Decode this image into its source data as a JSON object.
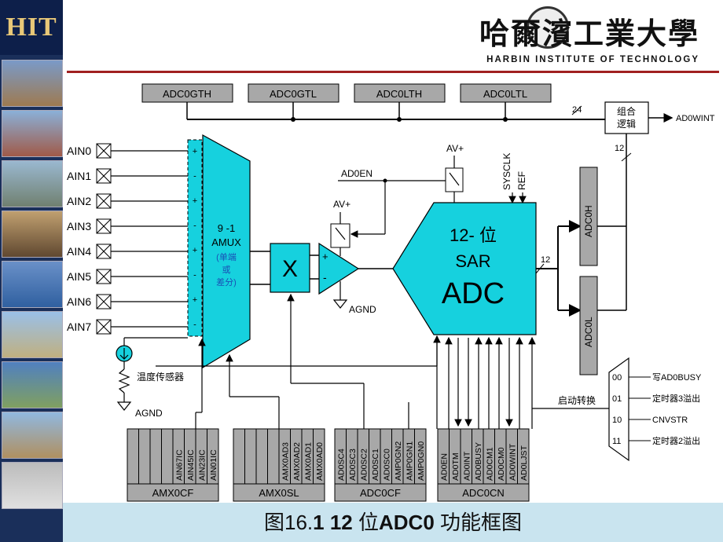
{
  "header": {
    "logo_text": "HIT",
    "university_cn": "哈爾濱工業大學",
    "university_en": "HARBIN INSTITUTE OF TECHNOLOGY"
  },
  "caption": {
    "prefix": "图16.",
    "bold": "1 12 ",
    "mid": "位",
    "bold2": "ADC0",
    "suffix": " 功能框图"
  },
  "diagram": {
    "threshold_regs": [
      "ADC0GTH",
      "ADC0GTL",
      "ADC0LTH",
      "ADC0LTL"
    ],
    "bus_24": "24",
    "bus_12": "12",
    "combo_logic": [
      "组合",
      "逻辑"
    ],
    "ad0wint": "AD0WINT",
    "inputs": [
      "AIN0",
      "AIN1",
      "AIN2",
      "AIN3",
      "AIN4",
      "AIN5",
      "AIN6",
      "AIN7"
    ],
    "mux_signs": [
      "+",
      "-",
      "+",
      "-",
      "+",
      "-",
      "+",
      "-"
    ],
    "mux_title": "9 -1",
    "mux_name": "AMUX",
    "mux_sub": [
      "(单端",
      "或",
      "差分)"
    ],
    "x_block": "X",
    "amp_plus": "+",
    "amp_minus": "-",
    "av_plus": "AV+",
    "ad0en": "AD0EN",
    "agnd": "AGND",
    "sysclk": "SYSCLK",
    "ref": "REF",
    "sar_line1": "12- 位",
    "sar_line2": "SAR",
    "sar_line3": "ADC",
    "adc0h": "ADC0H",
    "adc0l": "ADC0L",
    "temp_sensor": "温度传感器",
    "start_conv": "启动转换",
    "mux4_codes": [
      "00",
      "01",
      "10",
      "11"
    ],
    "mux4_sources": [
      "写AD0BUSY",
      "定时器3溢出",
      "CNVSTR",
      "定时器2溢出"
    ],
    "amx0cf_bits": [
      "",
      "",
      "",
      "",
      "AIN67IC",
      "AIN45IC",
      "AIN23IC",
      "AIN01IC"
    ],
    "amx0cf_name": "AMX0CF",
    "amx0sl_bits": [
      "",
      "",
      "",
      "",
      "AMX0AD3",
      "AMX0AD2",
      "AMX0AD1",
      "AMX0AD0"
    ],
    "amx0sl_name": "AMX0SL",
    "adc0cf_bits": [
      "AD0SC4",
      "AD0SC3",
      "AD0SC2",
      "AD0SC1",
      "AD0SC0",
      "AMP0GN2",
      "AMP0GN1",
      "AMP0GN0"
    ],
    "adc0cf_name": "ADC0CF",
    "adc0cn_bits": [
      "AD0EN",
      "AD0TM",
      "AD0INT",
      "AD0BUSY",
      "AD0CM1",
      "AD0CM0",
      "AD0WINT",
      "AD0LJST"
    ],
    "adc0cn_name": "ADC0CN",
    "colors": {
      "cyan": "#16d1de",
      "gray": "#a8a8a8",
      "navy": "#1a2f5a"
    }
  }
}
